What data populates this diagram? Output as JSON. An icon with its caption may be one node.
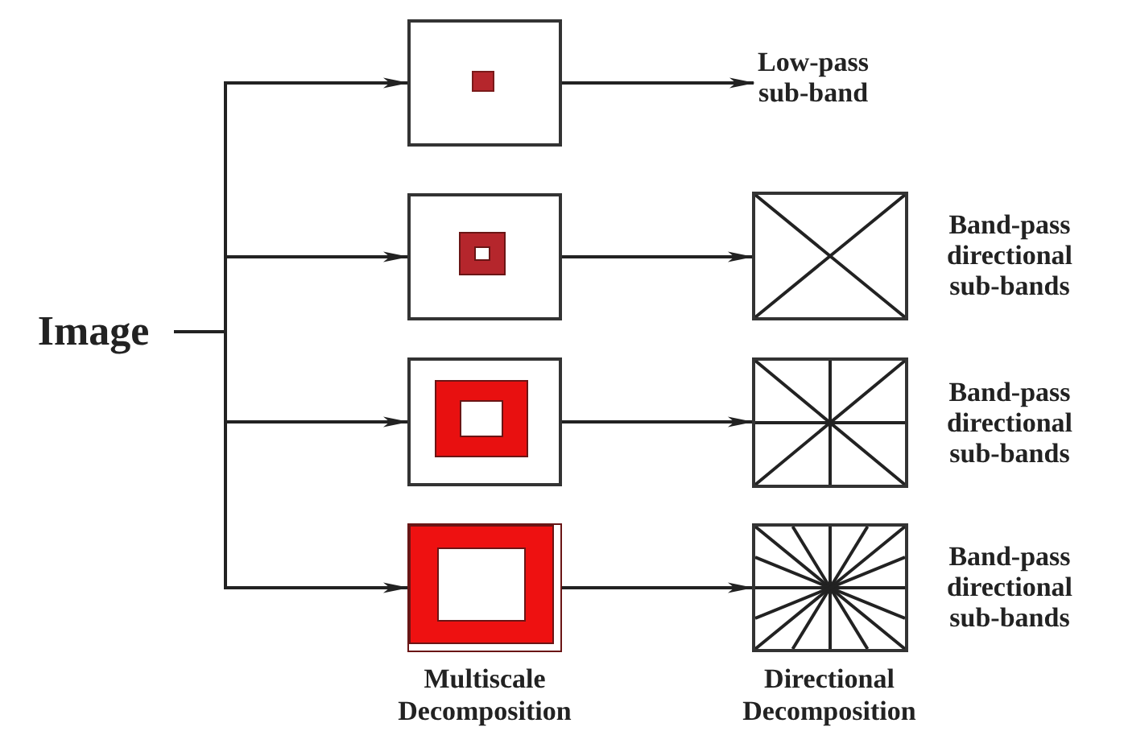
{
  "diagram": {
    "nodes": [
      {
        "text": [
          "Image"
        ]
      },
      {
        "text": [],
        "shape": "box"
      },
      {
        "text": [],
        "shape": "box"
      },
      {
        "text": [],
        "shape": "box"
      },
      {
        "text": [],
        "shape": "box"
      },
      {
        "text": [
          "Low-pass sub-band"
        ]
      },
      {
        "text": [],
        "shape": "box",
        "beside": [
          "Band-pass directional sub-bands"
        ]
      },
      {
        "text": [],
        "shape": "box",
        "beside": [
          "Band-pass directional sub-bands"
        ]
      },
      {
        "text": [],
        "shape": "box",
        "beside": [
          "Band-pass directional sub-bands"
        ]
      }
    ],
    "edges": [
      {
        "from": 0,
        "to": 1,
        "arrow": "to"
      },
      {
        "from": 0,
        "to": 2,
        "arrow": "to"
      },
      {
        "from": 0,
        "to": 3,
        "arrow": "to"
      },
      {
        "from": 0,
        "to": 4,
        "arrow": "to"
      },
      {
        "from": 1,
        "to": 5,
        "arrow": "to"
      },
      {
        "from": 2,
        "to": 6,
        "arrow": "to"
      },
      {
        "from": 3,
        "to": 7,
        "arrow": "to"
      },
      {
        "from": 4,
        "to": 8,
        "arrow": "to"
      }
    ],
    "labels": [
      "Multiscale Decomposition",
      "Directional Decomposition"
    ]
  }
}
